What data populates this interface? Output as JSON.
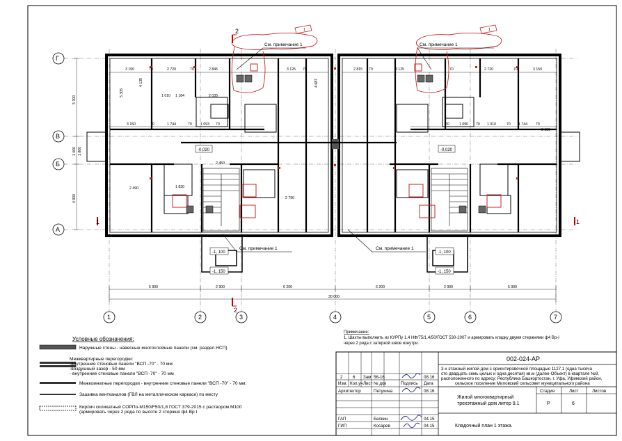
{
  "axes": {
    "rows": [
      "Г",
      "В",
      "Б",
      "А"
    ],
    "columns": [
      "1",
      "2",
      "3",
      "4",
      "5",
      "6",
      "7"
    ]
  },
  "dimensions": {
    "bottom_chain": [
      "5 900",
      "2 900",
      "6 200",
      "6 200",
      "2 900",
      "5 900"
    ],
    "bottom_total": "30 000",
    "left_chain": [
      "5 300",
      "1 600",
      "1 800",
      "4 900"
    ],
    "top_left": [
      "3 150",
      "70",
      "2 720",
      "70",
      "2 845",
      "3 125",
      "70"
    ],
    "top_right": [
      "2 815",
      "70",
      "3 125",
      "70",
      "2 720",
      "70",
      "3 150"
    ],
    "mid_left": [
      "3 150",
      "70",
      "1 744",
      "70",
      "1 093",
      "70"
    ],
    "mid_right": [
      "70",
      "1 090",
      "70",
      "1 010",
      "70",
      "1 744",
      "70",
      "3 150"
    ],
    "room_marks": [
      "1 010",
      "1 184",
      "2 035",
      "1 830",
      "2 490",
      "2 790",
      "4 687",
      "4 135",
      "5 305",
      "2 450"
    ],
    "levels": [
      "-0,020",
      "-0,020",
      "-1, 100",
      "-1, 150",
      "-1, 100",
      "-1, 150"
    ]
  },
  "section_marks": [
    "2",
    "2",
    "1",
    "1"
  ],
  "revision_marks": [
    "1",
    "1"
  ],
  "callouts": {
    "note_1": "См. примечание 1"
  },
  "note": {
    "title": "Примечание:",
    "line1": "1. Шахты выполнить из КУРПу 1.4 НФ/75/1.4/50/ГОСТ 530-2007 и армировать кладку двумя стержнями ф4 Вр-I",
    "line2": "через 2 ряда с затиркой швов изнутри."
  },
  "legend": {
    "title": "Условные обозначения:",
    "items": [
      "Наружные стены - навесные многослойные панели (см. раздел НСП)",
      "Межквартирные перегородки:",
      "-внутренние стеновые панели \"ВСП -70\"        - 70 мм",
      "-воздушный зазор                              - 50 мм",
      "- внутренние стеновые панели \"ВСП -70\"      - 70 мм",
      "Межкомнатные перегородки - внутренние стеновые панели \"ВСП -70\"       - 70 мм.",
      "Зашивка вентканалов (ГВЛ на металлическом каркасе) по месту",
      "Кирпич силикатный СОРПо-М150/F50/1,8 ГОСТ 379-2015  с раствором М100",
      "(армировать через 2 ряда по высоте 2 стержня ф4 Вр I"
    ]
  },
  "title_block": {
    "code": "002-024-АР",
    "project": "3-х этажный жилой дом с ориентировочной площадью 1127,1 (одна тысяча сто двадцать семь целых и одна десятая) кв.м (далее-Объект) в квартале №9, расположенного по адресу: Республика Башкортостан, г. Уфа, Уфимский район, сельское поселение Миловский сельсовет муниципального района",
    "project_lines": [
      "3-х этажный жилой дом с ориентировочной площадью 1127,1 (одна тысяча",
      "сто двадцать семь целых и одна десятая) кв.м (далее-Объект) в квартале №9,",
      "расположенного по адресу: Республика Башкортостан, г. Уфа, Уфимский район,",
      "сельское поселение Миловский сельсовет муниципального района"
    ],
    "object_line1": "Жилой многоквартирный",
    "object_line2": "трехэтажный дом литер 9.1",
    "sheet_title": "Кладочный план 1 этажа.",
    "stage_header": "Стадия",
    "sheet_header": "Лист",
    "sheets_header": "Листов",
    "stage": "Р",
    "sheet": "6",
    "sheets": "",
    "rev_row": {
      "num": "2",
      "qty": "6",
      "type": "Зам",
      "doc": "56-16",
      "sign": "",
      "date": "08.16"
    },
    "headers": [
      "Изм.",
      "Кол.уч",
      "Лист",
      "№ док",
      "Подпись",
      "Дата"
    ],
    "roles": [
      {
        "role": "Архитектор",
        "name": "Петухина",
        "date": "08.16"
      },
      {
        "role": "",
        "name": "",
        "date": ""
      },
      {
        "role": "",
        "name": "",
        "date": ""
      },
      {
        "role": "ГАП",
        "name": "Белкин",
        "date": "04.15"
      },
      {
        "role": "ГИП",
        "name": "Косарев",
        "date": "04.15"
      }
    ]
  },
  "colors": {
    "line": "#000000",
    "revision_cloud": "#cc2222",
    "wall_fill": "#7a7a7a",
    "opening": "#cc2222"
  }
}
